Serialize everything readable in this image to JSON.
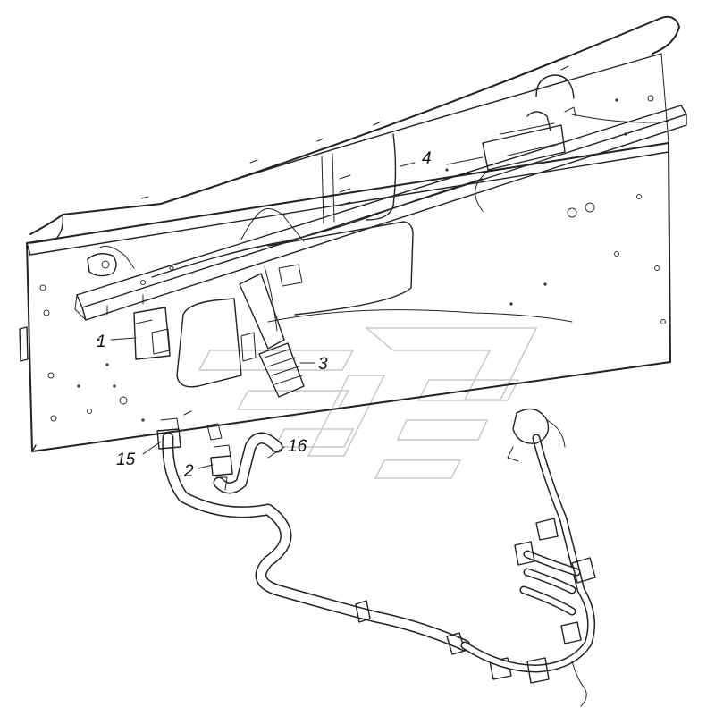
{
  "diagram": {
    "callouts": [
      {
        "id": "1",
        "label": "1"
      },
      {
        "id": "2",
        "label": "2"
      },
      {
        "id": "3",
        "label": "3"
      },
      {
        "id": "4",
        "label": "4"
      },
      {
        "id": "15",
        "label": "15"
      },
      {
        "id": "16",
        "label": "16"
      }
    ]
  }
}
